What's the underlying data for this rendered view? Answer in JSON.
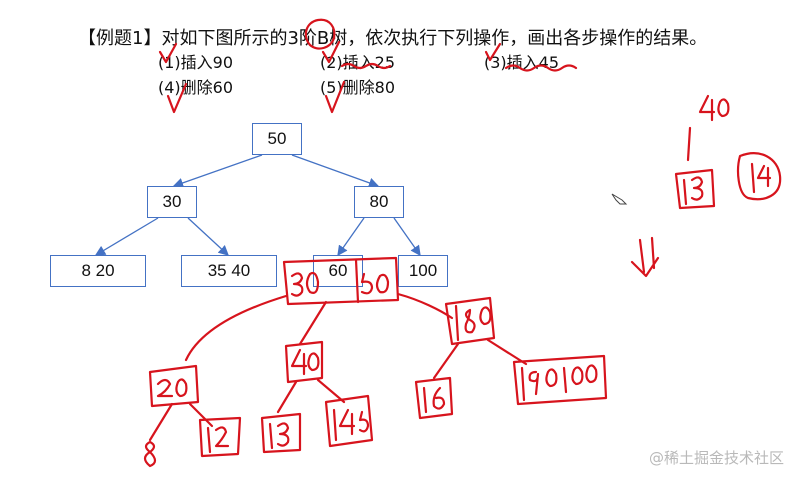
{
  "problem": {
    "title": "【例题1】对如下图所示的3阶B树，依次执行下列操作，画出各步操作的结果。",
    "operations": [
      "(1)插入90",
      "(2)插入25",
      "(3)插入45",
      "(4)删除60",
      "(5)删除80"
    ]
  },
  "tree": {
    "root": "50",
    "level1": [
      "30",
      "80"
    ],
    "leaves": [
      "8 20",
      "35  40",
      "60",
      "100"
    ]
  },
  "annotation_color": "#d7141d",
  "tree_color": "#4472c4",
  "watermark": "@稀土掘金技术社区"
}
